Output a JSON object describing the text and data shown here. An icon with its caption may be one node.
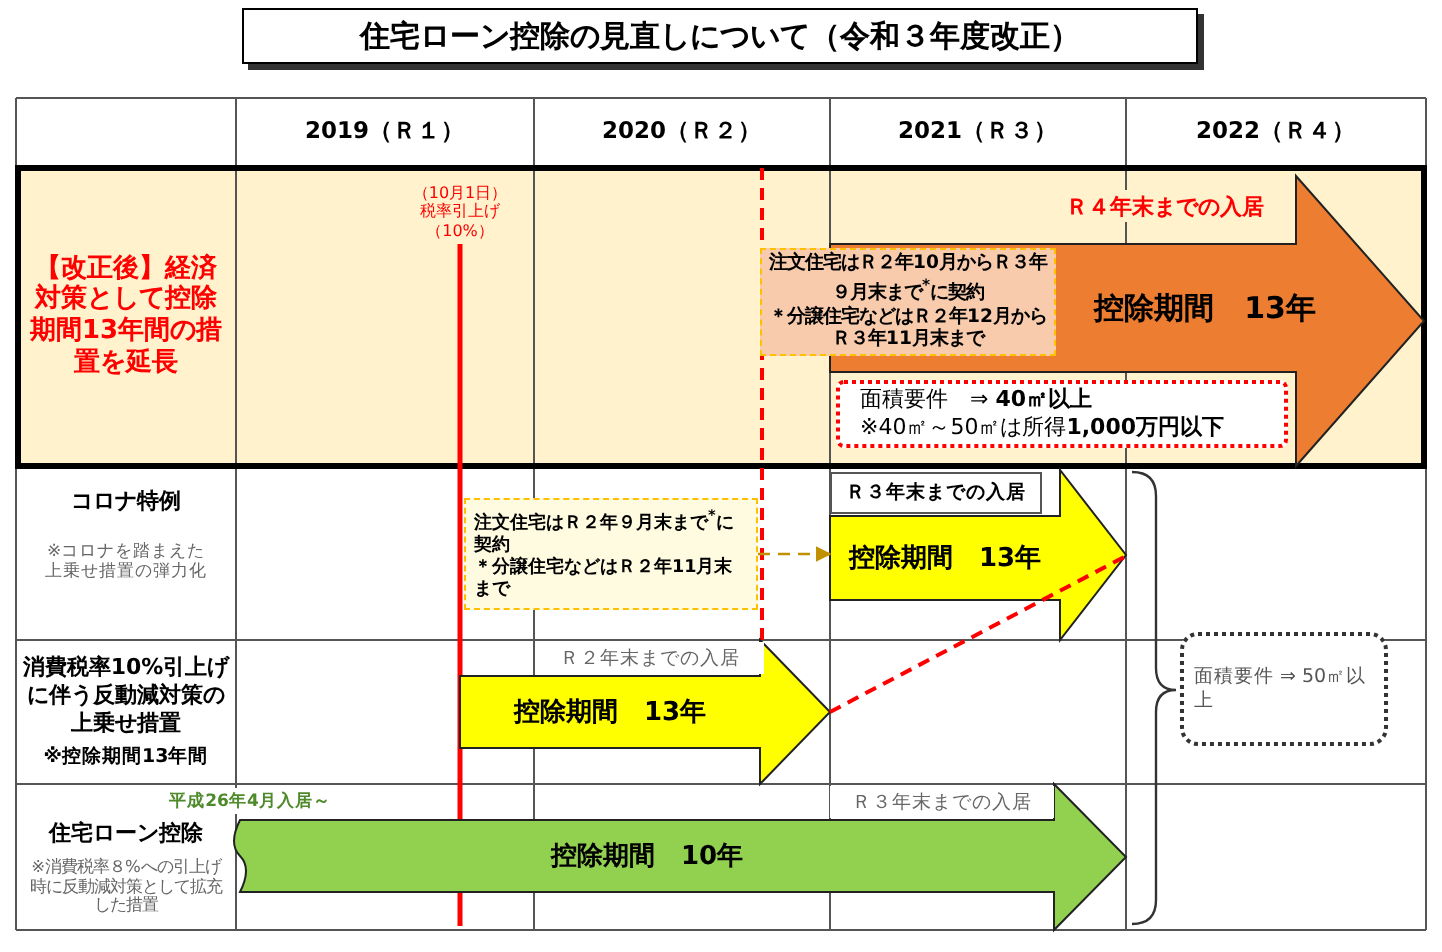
{
  "diagram": {
    "title": "住宅ローン控除の見直しについて（令和３年度改正）",
    "nodes": [
      {
        "text": [
          "控除期間　13年"
        ],
        "beside": [
          "Ｒ４年末までの入居"
        ]
      },
      {
        "text": [
          "注文住宅はＲ２年10月からＲ３年９月末まで$^{*}$に契約",
          "＊分譲住宅などはＲ２年12月からＲ３年11月末まで"
        ]
      },
      {
        "text": [
          "面積要件　⇒ **40㎡以上**",
          "※40㎡～50㎡は所得**1,000万円以下**"
        ]
      },
      {
        "text": [
          "注文住宅はＲ２年９月末まで$^{*}$に契約",
          "＊分譲住宅などはＲ２年11月末まで"
        ]
      },
      {
        "text": [
          "控除期間　13年"
        ],
        "beside": [
          "Ｒ３年末までの入居"
        ]
      },
      {
        "text": [
          "控除期間　13年"
        ],
        "beside": [
          "Ｒ２年末までの入居"
        ]
      },
      {
        "text": [
          "控除期間　10年"
        ],
        "beside": [
          "Ｒ３年末までの入居",
          "平成26年4月入居～"
        ]
      },
      {
        "text": [
          "面積要件 ⇒ 50㎡以上"
        ]
      }
    ],
    "edges": [
      {
        "from": 3,
        "to": 4,
        "arrow": "to",
        "style": "dashed",
        "color": "#c09000"
      },
      {
        "from": 5,
        "to": 4,
        "arrow": "none",
        "style": "dashed",
        "color": "#ff0000"
      }
    ],
    "labels": [
      "2019（Ｒ１）",
      "2020（Ｒ２）",
      "2021（Ｒ３）",
      "2022（Ｒ４）",
      "【改正後】経済対策として控除期間13年間の措置を延長",
      "（10月1日）税率引上げ（10%）",
      "コロナ特例",
      "※コロナを踏まえた上乗せ措置の弾力化",
      "消費税率10%引上げに伴う反動減対策の上乗せ措置",
      "※控除期間13年間",
      "住宅ローン控除",
      "※消費税率８%への引上げ時に反動減対策として拡充した措置"
    ]
  }
}
